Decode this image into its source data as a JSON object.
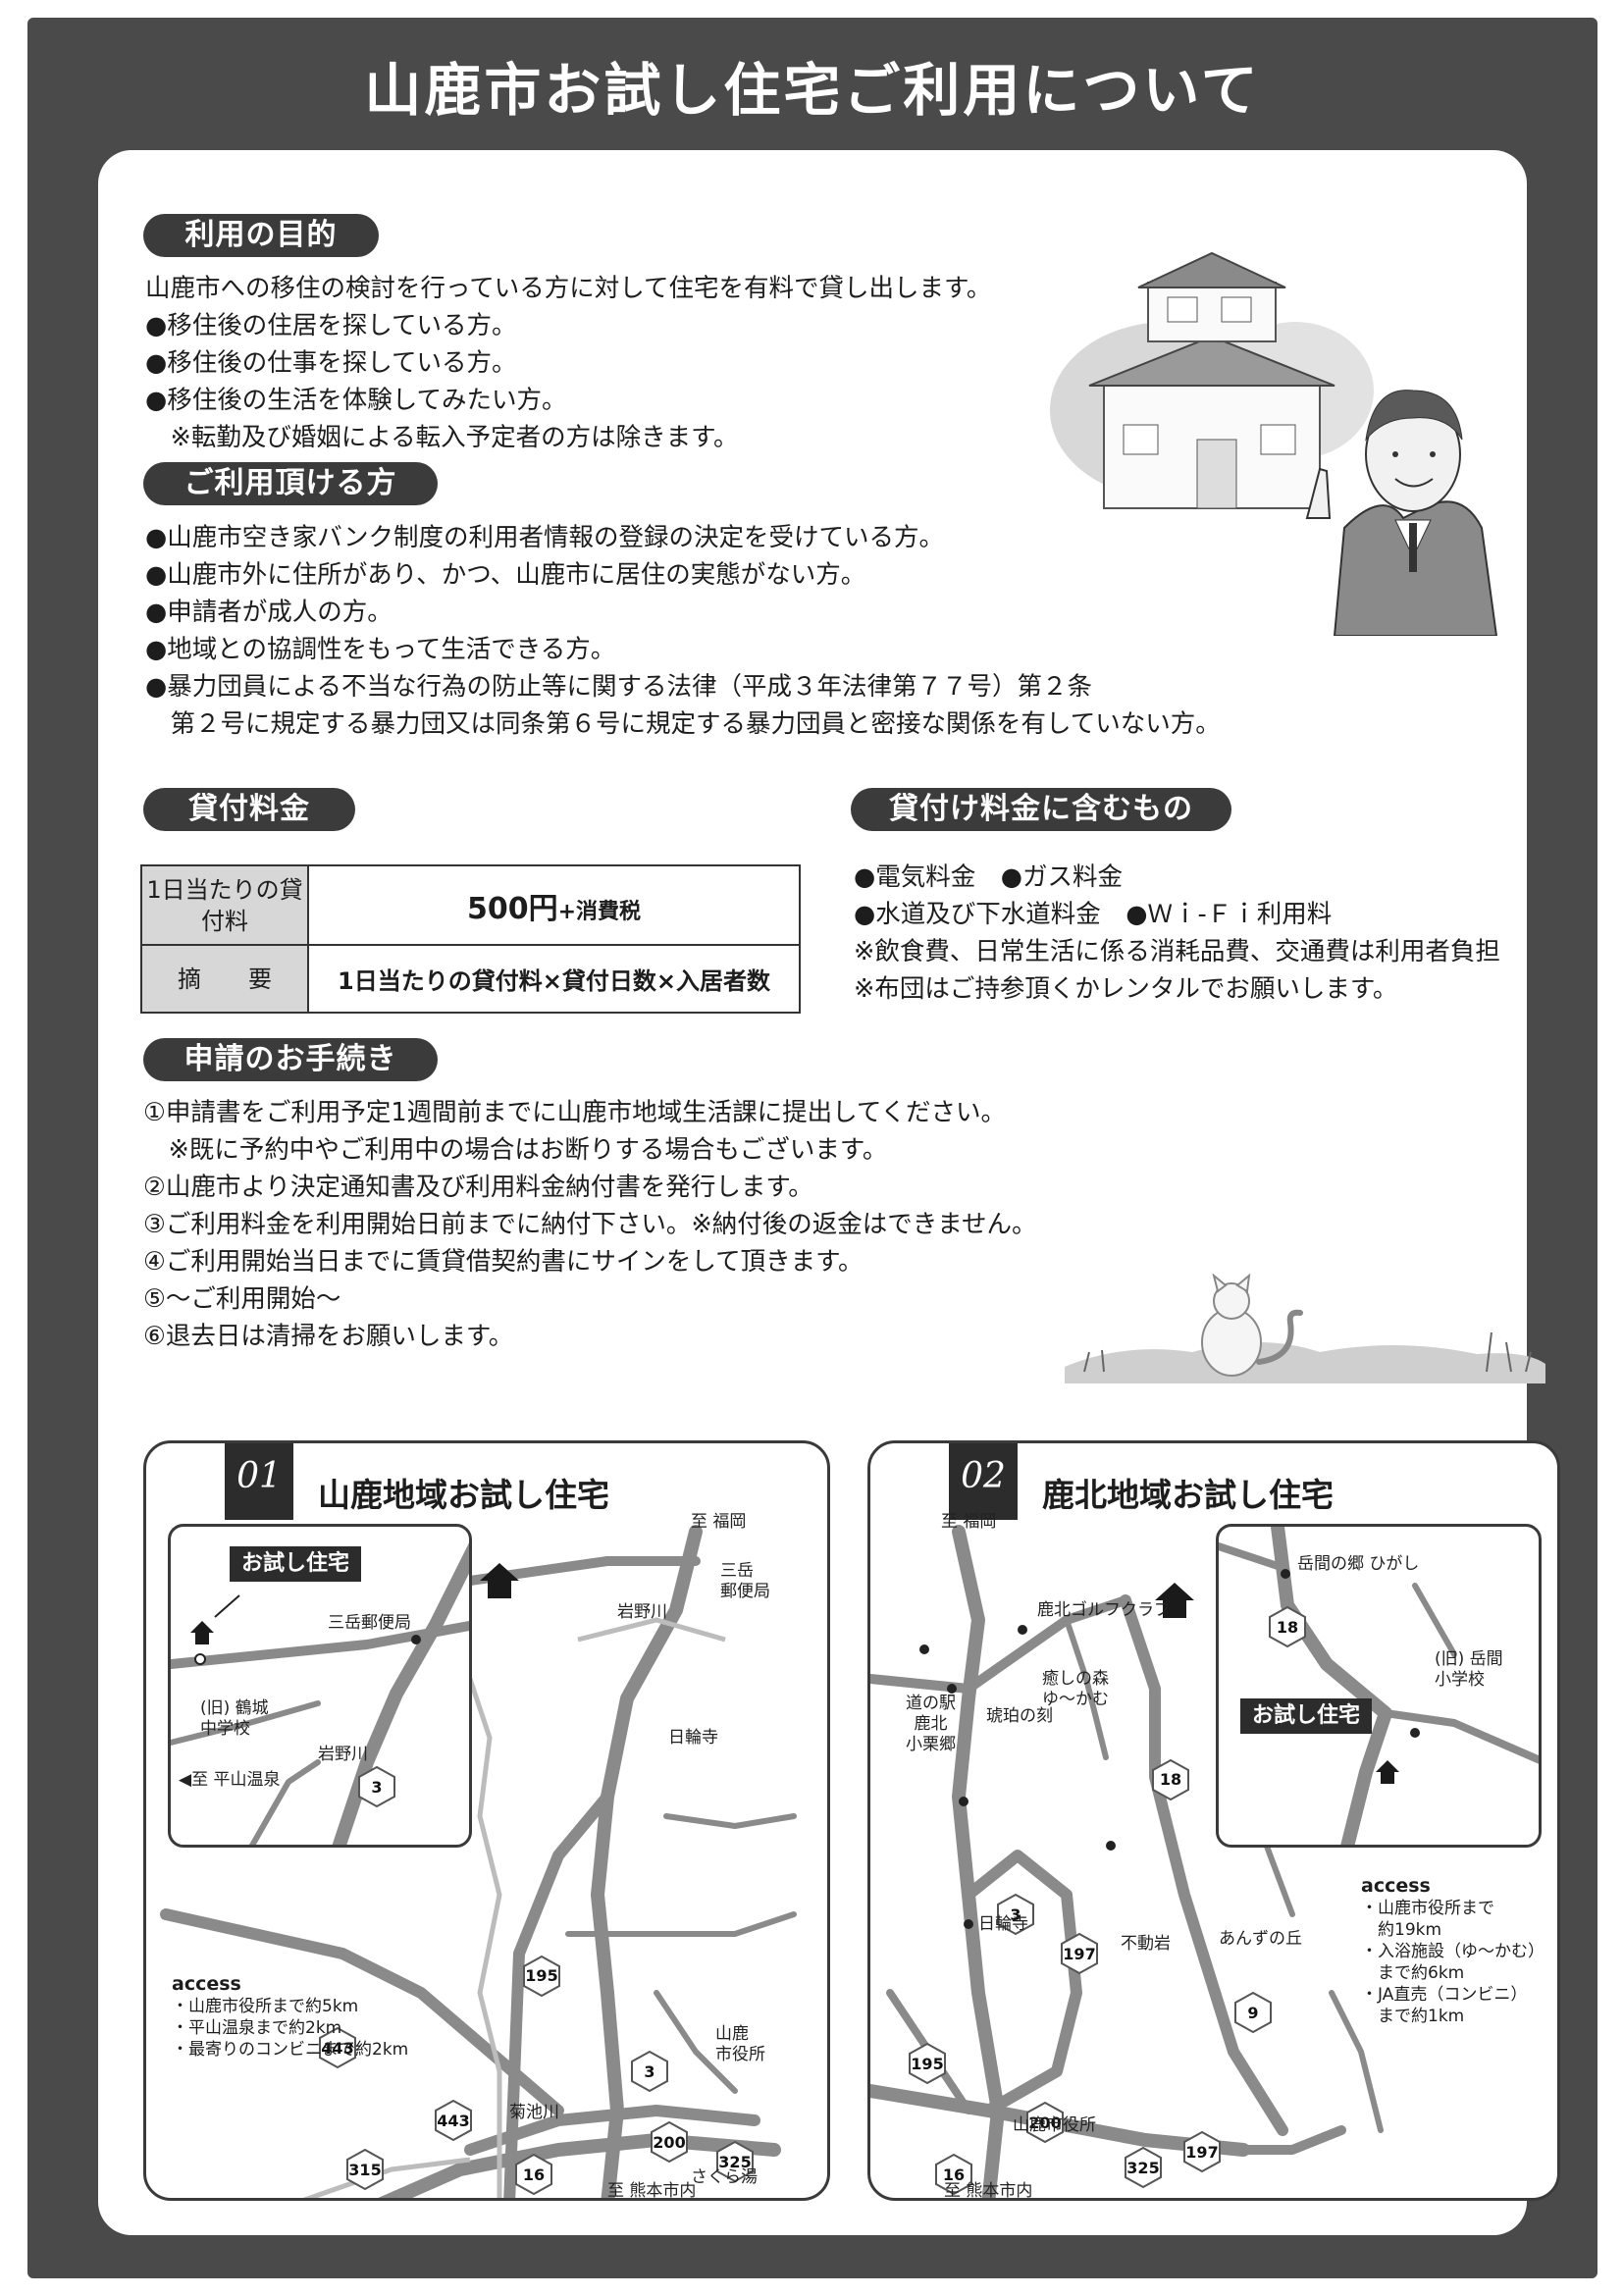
{
  "title": "山鹿市お試し住宅ご利用について",
  "purpose": {
    "heading": "利用の目的",
    "lines": [
      "山鹿市への移住の検討を行っている方に対して住宅を有料で貸し出します。",
      "●移住後の住居を探している方。",
      "●移住後の仕事を探している方。",
      "●移住後の生活を体験してみたい方。",
      "　※転勤及び婚姻による転入予定者の方は除きます。"
    ]
  },
  "eligible": {
    "heading": "ご利用頂ける方",
    "lines": [
      "●山鹿市空き家バンク制度の利用者情報の登録の決定を受けている方。",
      "●山鹿市外に住所があり、かつ、山鹿市に居住の実態がない方。",
      "●申請者が成人の方。",
      "●地域との協調性をもって生活できる方。",
      "●暴力団員による不当な行為の防止等に関する法律（平成３年法律第７７号）第２条",
      "　第２号に規定する暴力団又は同条第６号に規定する暴力団員と密接な関係を有していない方。"
    ]
  },
  "fee": {
    "heading": "貸付料金",
    "row1_head": "1日当たりの貸付料",
    "row1_value": "500円",
    "row1_suffix": "+消費税",
    "row2_head": "摘　　要",
    "row2_value": "1日当たりの貸付料×貸付日数×入居者数"
  },
  "included": {
    "heading": "貸付け料金に含むもの",
    "lines": [
      "●電気料金　●ガス料金",
      "●水道及び下水道料金　●Ｗｉ-Ｆｉ利用料",
      "※飲食費、日常生活に係る消耗品費、交通費は利用者負担",
      "※布団はご持参頂くかレンタルでお願いします。"
    ]
  },
  "procedure": {
    "heading": "申請のお手続き",
    "lines": [
      "①申請書をご利用予定1週間前までに山鹿市地域生活課に提出してください。",
      "　※既に予約中やご利用中の場合はお断りする場合もございます。",
      "②山鹿市より決定通知書及び利用料金納付書を発行します。",
      "③ご利用料金を利用開始日前までに納付下さい。※納付後の返金はできません。",
      "④ご利用開始当日までに賃貸借契約書にサインをして頂きます。",
      "⑤～ご利用開始～",
      "⑥退去日は清掃をお願いします。"
    ]
  },
  "map1": {
    "number": "01",
    "title": "山鹿地域お試し住宅",
    "house_label": "お試し住宅",
    "labels": {
      "fukuoka": "至 福岡",
      "kumamoto": "至 熊本市内",
      "hirayama": "◀至 平山温泉",
      "mitake_post_inset": "三岳郵便局",
      "tsuruki": "(旧) 鶴城\n中学校",
      "iwano_inset": "岩野川",
      "mitake_post": "三岳\n郵便局",
      "iwano": "岩野川",
      "nichirinji": "日輪寺",
      "kikuchi": "菊池川",
      "city_hall": "山鹿\n市役所",
      "sakura": "さくら湯"
    },
    "routes": [
      "3",
      "195",
      "3",
      "443",
      "443",
      "200",
      "325",
      "315",
      "16"
    ],
    "access": {
      "heading": "access",
      "items": [
        "・山鹿市役所まで約5km",
        "・平山温泉まで約2km",
        "・最寄りのコンビニまで約2km"
      ]
    }
  },
  "map2": {
    "number": "02",
    "title": "鹿北地域お試し住宅",
    "house_label": "お試し住宅",
    "labels": {
      "fukuoka": "至 福岡",
      "kumamoto": "至 熊本市内",
      "golf": "鹿北ゴルフクラブ",
      "yukamu": "癒しの森\nゆ～かむ",
      "michi": "道の駅\n鹿北\n小栗郷",
      "kohaku": "琥珀の刻",
      "nichirinji": "日輪寺",
      "fudo": "不動岩",
      "anzu": "あんずの丘",
      "city_hall": "山鹿市役所",
      "higashi": "岳間の郷 ひがし",
      "takema": "(旧) 岳間\n小学校"
    },
    "routes": [
      "18",
      "3",
      "18",
      "197",
      "9",
      "195",
      "200",
      "16",
      "325",
      "197"
    ],
    "access": {
      "heading": "access",
      "items": [
        "・山鹿市役所まで",
        "　約19km",
        "・入浴施設（ゆ～かむ）",
        "　まで約6km",
        "・JA直売（コンビニ）",
        "　まで約1km"
      ]
    }
  }
}
